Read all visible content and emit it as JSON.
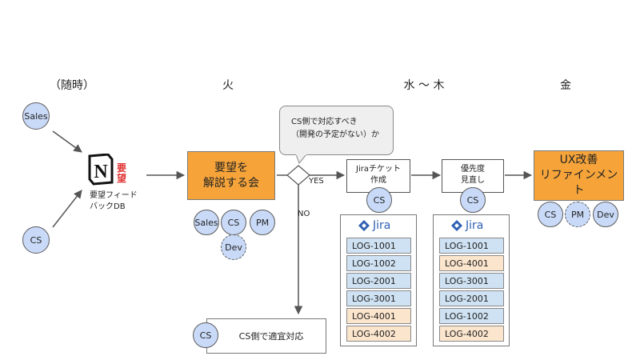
{
  "days": {
    "anytime": "（随時）",
    "tue": "火",
    "wed_thu": "水 〜 木",
    "fri": "金"
  },
  "sources": {
    "sales": "Sales",
    "cs": "CS"
  },
  "notion": {
    "letter": "N",
    "stamp": "要望",
    "label": "要望フィード\nバックDB"
  },
  "meeting": {
    "title": "要望を\n解説する会",
    "participants": [
      "Sales",
      "CS",
      "PM",
      "Dev"
    ]
  },
  "decision": {
    "question": "CS側で対応すべき\n（開発の予定がない）か",
    "yes": "YES",
    "no": "NO"
  },
  "cs_action": {
    "owner": "CS",
    "label": "CS側で適宜対応"
  },
  "jira_step": {
    "label": "Jiraチケット\n作成",
    "owner": "CS"
  },
  "priority_step": {
    "label": "優先度\n見直し",
    "owner": "CS"
  },
  "refinement": {
    "title": "UX改善\nリファインメント",
    "participants": [
      "CS",
      "PM",
      "Dev"
    ]
  },
  "jira_logo_text": "Jira",
  "jira_list_before": [
    {
      "key": "LOG-1001",
      "color": "blue"
    },
    {
      "key": "LOG-1002",
      "color": "blue"
    },
    {
      "key": "LOG-2001",
      "color": "blue"
    },
    {
      "key": "LOG-3001",
      "color": "blue"
    },
    {
      "key": "LOG-4001",
      "color": "peach"
    },
    {
      "key": "LOG-4002",
      "color": "peach"
    }
  ],
  "jira_list_after": [
    {
      "key": "LOG-1001",
      "color": "blue"
    },
    {
      "key": "LOG-4001",
      "color": "peach"
    },
    {
      "key": "LOG-3001",
      "color": "blue"
    },
    {
      "key": "LOG-2001",
      "color": "blue"
    },
    {
      "key": "LOG-1002",
      "color": "blue"
    },
    {
      "key": "LOG-4002",
      "color": "peach"
    }
  ],
  "colors": {
    "orange": "#f6a43a",
    "circle_blue": "#c9daf8",
    "ticket_blue": "#cfe2f3",
    "ticket_peach": "#fce5cd",
    "notion_red": "#e03131",
    "jira_blue": "#2f5fb3",
    "bubble_gray": "#efefef"
  }
}
